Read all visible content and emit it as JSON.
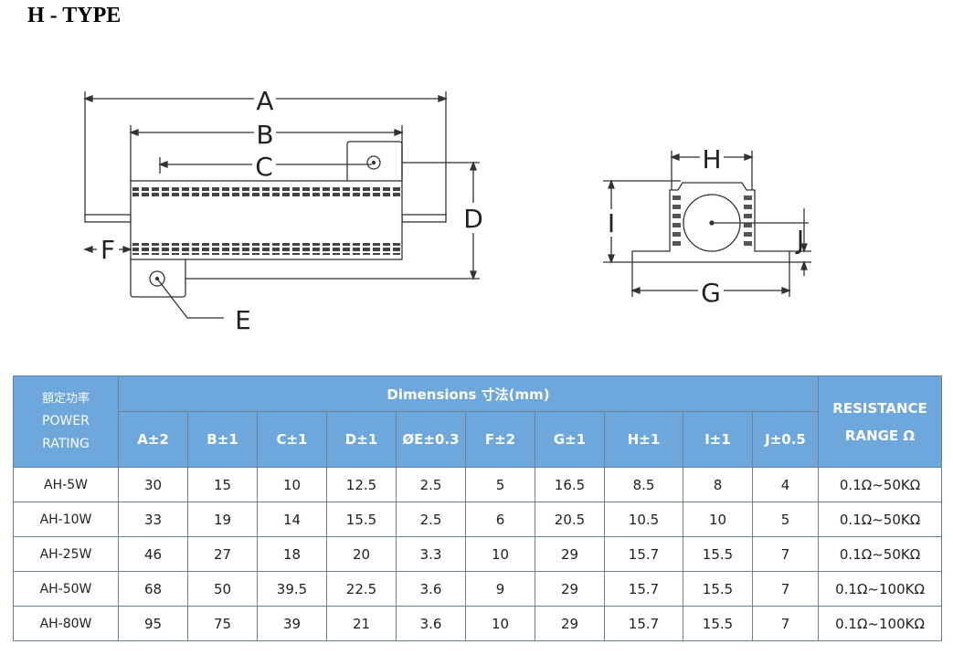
{
  "title": "H - TYPE",
  "diagram": {
    "labels": [
      "A",
      "B",
      "C",
      "D",
      "E",
      "F",
      "H",
      "I",
      "J",
      "G"
    ]
  },
  "table": {
    "power_header_cn": "額定功率",
    "power_header_en": [
      "POWER",
      "RATING"
    ],
    "dimensions_header": "Dimensions 寸法(mm)",
    "resistance_header": [
      "RESISTANCE",
      "RANGE Ω"
    ],
    "columns": [
      "A±2",
      "B±1",
      "C±1",
      "D±1",
      "ØE±0.3",
      "F±2",
      "G±1",
      "H±1",
      "I±1",
      "J±0.5"
    ],
    "rows": [
      {
        "model": "AH-5W",
        "values": [
          "30",
          "15",
          "10",
          "12.5",
          "2.5",
          "5",
          "16.5",
          "8.5",
          "8",
          "4"
        ],
        "range": "0.1Ω~50KΩ"
      },
      {
        "model": "AH-10W",
        "values": [
          "33",
          "19",
          "14",
          "15.5",
          "2.5",
          "6",
          "20.5",
          "10.5",
          "10",
          "5"
        ],
        "range": "0.1Ω~50KΩ"
      },
      {
        "model": "AH-25W",
        "values": [
          "46",
          "27",
          "18",
          "20",
          "3.3",
          "10",
          "29",
          "15.7",
          "15.5",
          "7"
        ],
        "range": "0.1Ω~50KΩ"
      },
      {
        "model": "AH-50W",
        "values": [
          "68",
          "50",
          "39.5",
          "22.5",
          "3.6",
          "9",
          "29",
          "15.7",
          "15.5",
          "7"
        ],
        "range": "0.1Ω~100KΩ"
      },
      {
        "model": "AH-80W",
        "values": [
          "95",
          "75",
          "39",
          "21",
          "3.6",
          "10",
          "29",
          "15.7",
          "15.5",
          "7"
        ],
        "range": "0.1Ω~100KΩ"
      }
    ]
  }
}
